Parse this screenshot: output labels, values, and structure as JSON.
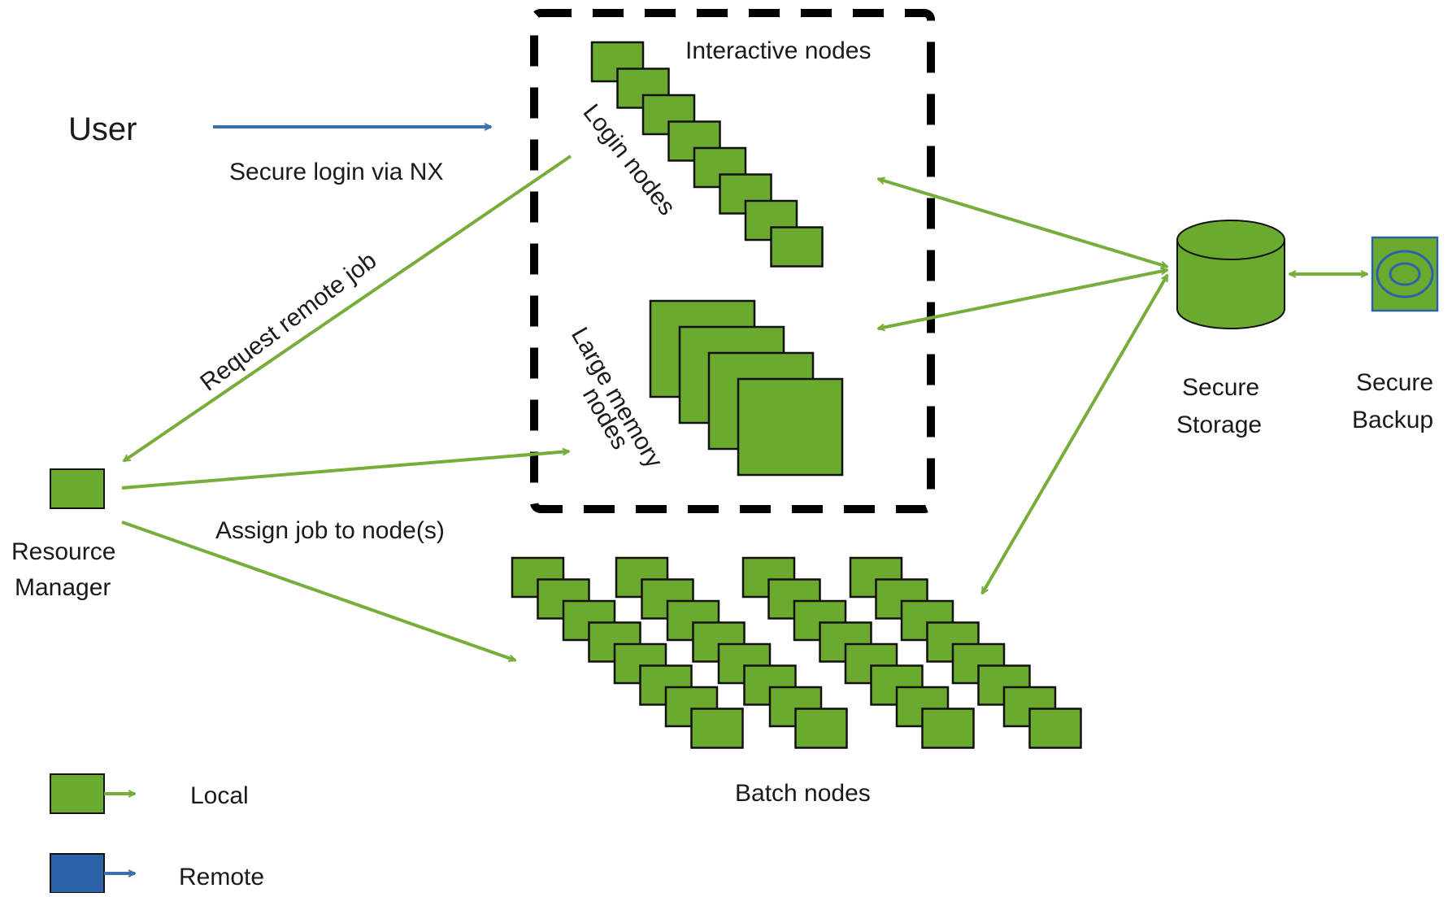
{
  "colors": {
    "local": "#6aaa2e",
    "local_stroke": "#111111",
    "remote": "#2e62a8",
    "local_arrow": "#77ad3a",
    "remote_arrow": "#3d6fb2",
    "boundary": "#000000"
  },
  "labels": {
    "user": "User",
    "secure_login": "Secure login via NX",
    "request_remote_job": "Request remote job",
    "assign_job": "Assign job to node(s)",
    "resource_manager_line1": "Resource",
    "resource_manager_line2": "Manager",
    "interactive_nodes": "Interactive nodes",
    "login_nodes": "Login nodes",
    "large_memory_line1": "Large memory",
    "large_memory_line2": "nodes",
    "batch_nodes": "Batch nodes",
    "secure_storage_line1": "Secure",
    "secure_storage_line2": "Storage",
    "secure_backup_line1": "Secure",
    "secure_backup_line2": "Backup"
  },
  "legend": [
    {
      "label": "Local",
      "color_key": "local"
    },
    {
      "label": "Remote",
      "color_key": "remote"
    }
  ],
  "counts": {
    "login_node_boxes": 8,
    "large_memory_boxes": 4,
    "batch_columns": 4,
    "batch_boxes_per_column": 8
  }
}
